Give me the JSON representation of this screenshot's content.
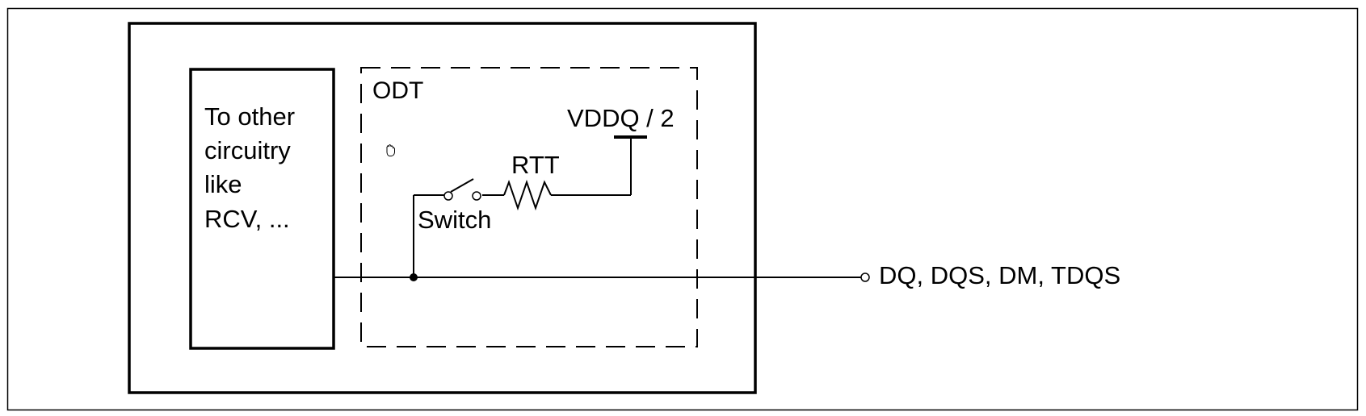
{
  "diagram": {
    "circuitry_block": {
      "lines": [
        "To other",
        "circuitry",
        "like",
        "RCV, ..."
      ]
    },
    "odt_block": {
      "label": "ODT",
      "supply_label": "VDDQ / 2",
      "resistor_label": "RTT",
      "switch_label": "Switch"
    },
    "output_terminal": {
      "label": "DQ, DQS, DM, TDQS"
    }
  }
}
